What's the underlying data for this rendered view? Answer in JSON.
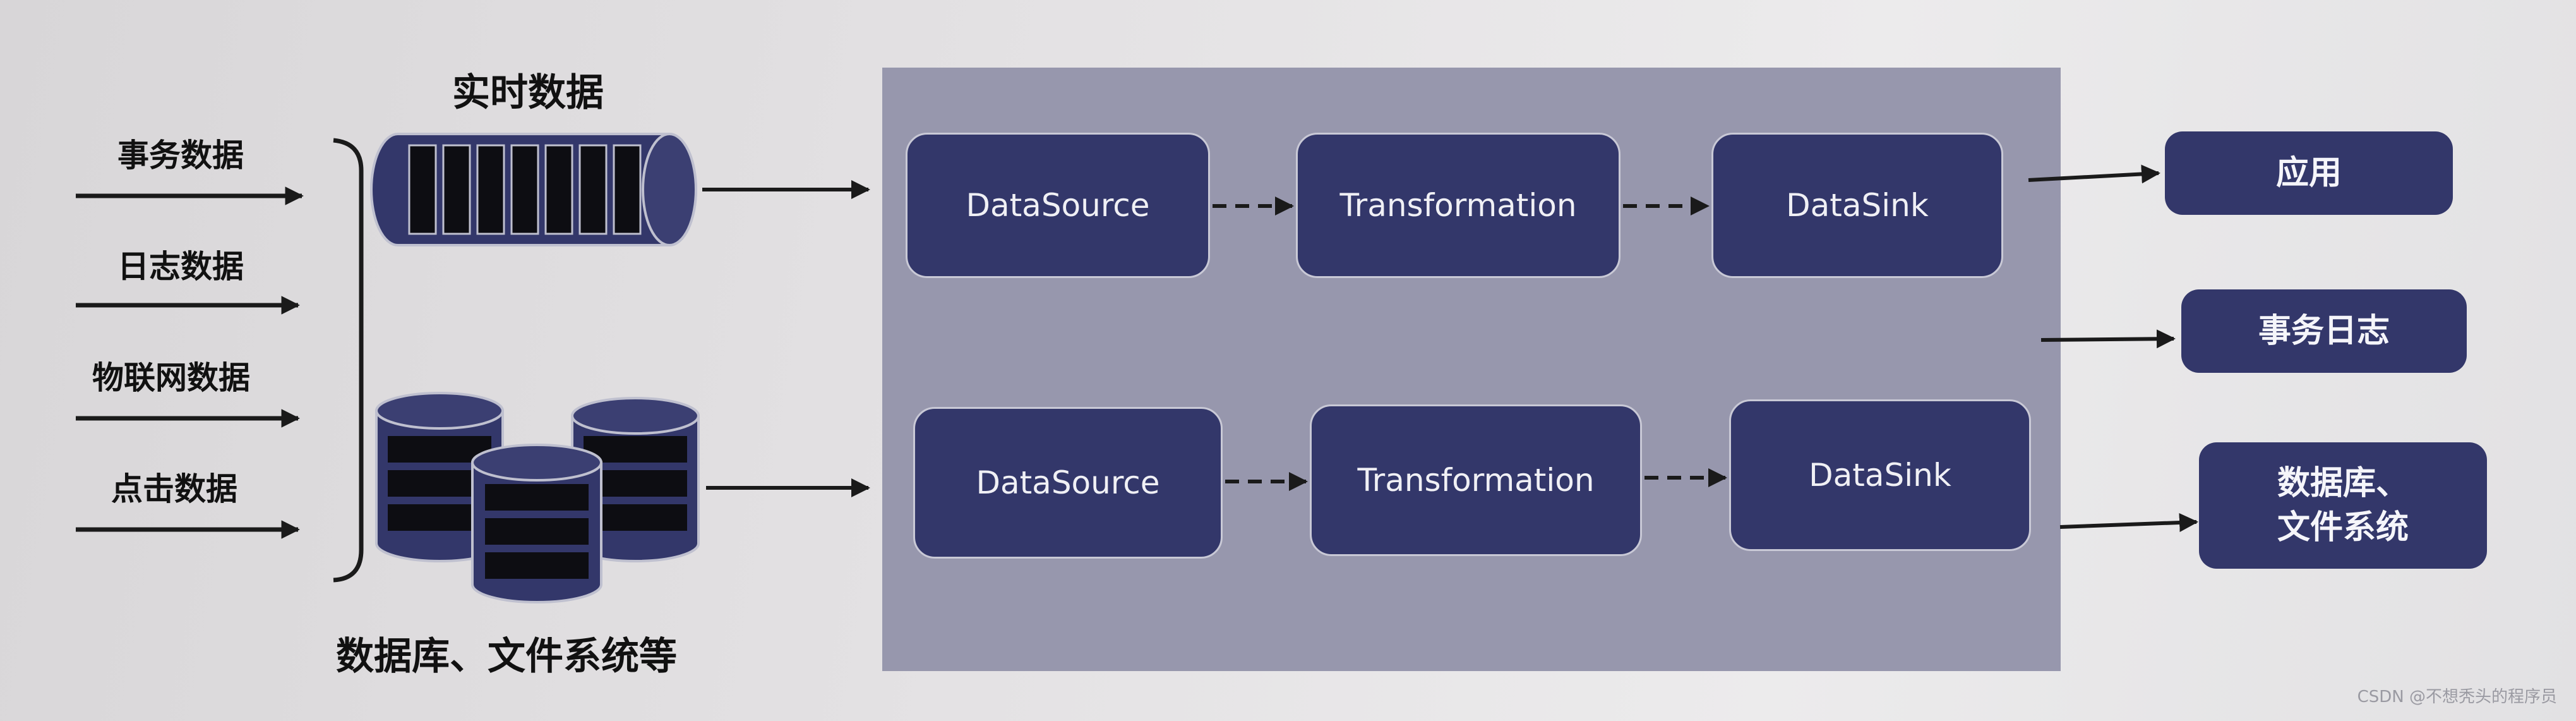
{
  "sources": [
    "事务数据",
    "日志数据",
    "物联网数据",
    "点击数据"
  ],
  "stores": {
    "realtime_label": "实时数据",
    "database_label": "数据库、文件系统等"
  },
  "pipelines": [
    {
      "source": "DataSource",
      "transform": "Transformation",
      "sink": "DataSink"
    },
    {
      "source": "DataSource",
      "transform": "Transformation",
      "sink": "DataSink"
    }
  ],
  "outputs": {
    "app": "应用",
    "log": "事务日志",
    "db_line1": "数据库、",
    "db_line2": "文件系统"
  },
  "watermark": "CSDN @不想秃头的程序员",
  "colors": {
    "box": "#33376a",
    "panel": "#9797ad",
    "background": "#e4e2e4"
  }
}
